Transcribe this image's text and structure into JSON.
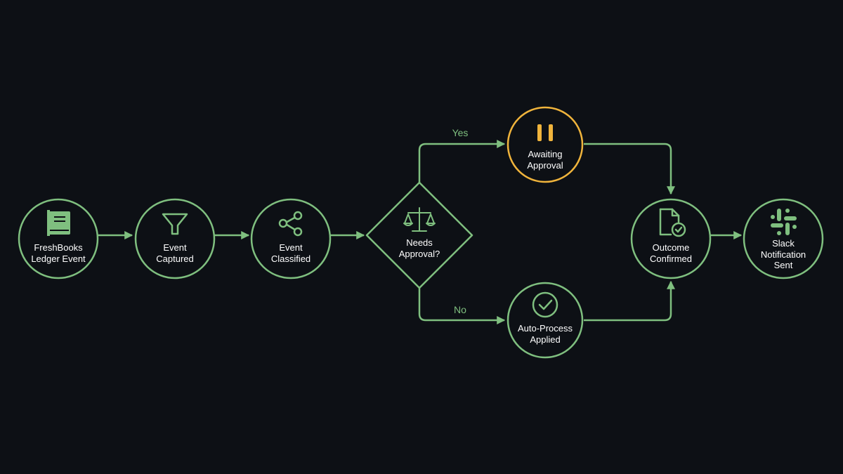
{
  "colors": {
    "background": "#0d1015",
    "primary": "#7fbf7f",
    "accent": "#f0b43c",
    "text": "#ffffff"
  },
  "nodes": {
    "freshbooks": {
      "lines": [
        "FreshBooks",
        "Ledger Event"
      ],
      "icon": "ledger-book-icon"
    },
    "captured": {
      "lines": [
        "Event",
        "Captured"
      ],
      "icon": "filter-funnel-icon"
    },
    "classified": {
      "lines": [
        "Event",
        "Classified"
      ],
      "icon": "share-nodes-icon"
    },
    "decision": {
      "lines": [
        "Needs",
        "Approval?"
      ],
      "icon": "balance-scale-icon"
    },
    "awaiting": {
      "lines": [
        "Awaiting",
        "Approval"
      ],
      "icon": "pause-icon"
    },
    "autoprocess": {
      "lines": [
        "Auto-Process",
        "Applied"
      ],
      "icon": "check-circle-icon"
    },
    "outcome": {
      "lines": [
        "Outcome",
        "Confirmed"
      ],
      "icon": "document-check-icon"
    },
    "slack": {
      "lines": [
        "Slack",
        "Notification",
        "Sent"
      ],
      "icon": "slack-logo-icon"
    }
  },
  "branches": {
    "yes": "Yes",
    "no": "No"
  }
}
